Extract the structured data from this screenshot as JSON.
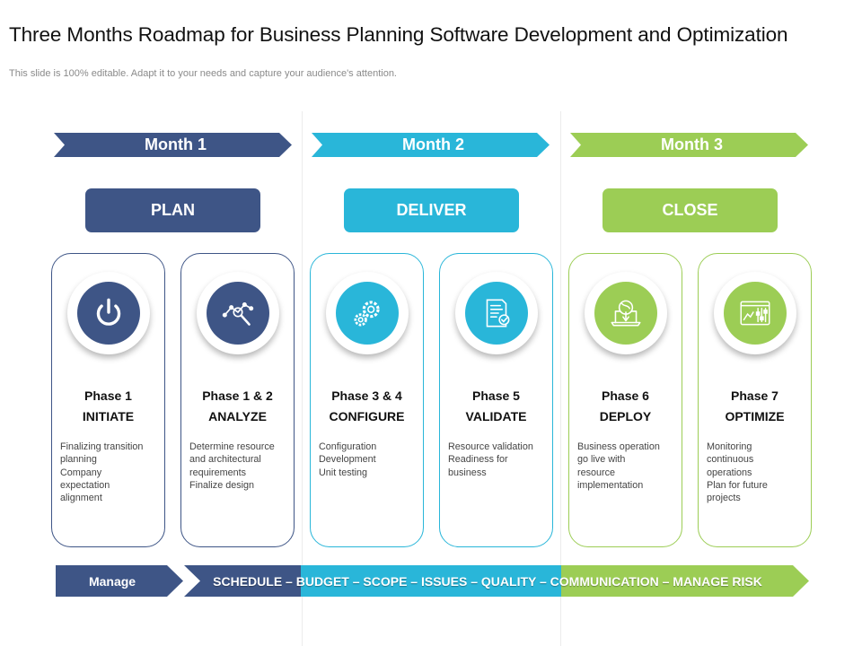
{
  "title": "Three Months Roadmap for Business Planning Software Development and Optimization",
  "subtitle": "This slide is 100% editable. Adapt it to your needs and capture your audience's attention.",
  "colors": {
    "navy": "#3e5586",
    "cyan": "#29b6d9",
    "green": "#9ccd55"
  },
  "months": [
    {
      "label": "Month 1",
      "stage": "PLAN"
    },
    {
      "label": "Month 2",
      "stage": "DELIVER"
    },
    {
      "label": "Month 3",
      "stage": "CLOSE"
    }
  ],
  "phases": [
    {
      "number": "Phase 1",
      "name": "INITIATE",
      "icon": "power-icon",
      "desc": [
        "Finalizing transition",
        "planning",
        "Company",
        "expectation",
        "alignment"
      ]
    },
    {
      "number": "Phase 1 & 2",
      "name": "ANALYZE",
      "icon": "analytics-icon",
      "desc": [
        "Determine resource",
        "and architectural",
        "requirements",
        "Finalize design"
      ]
    },
    {
      "number": "Phase 3 & 4",
      "name": "CONFIGURE",
      "icon": "gears-icon",
      "desc": [
        "Configuration",
        "Development",
        "Unit testing"
      ]
    },
    {
      "number": "Phase 5",
      "name": "VALIDATE",
      "icon": "checklist-icon",
      "desc": [
        "Resource validation",
        "Readiness for",
        "business"
      ]
    },
    {
      "number": "Phase 6",
      "name": "DEPLOY",
      "icon": "deploy-laptop-icon",
      "desc": [
        "Business operation",
        "go live with",
        "resource",
        "implementation"
      ]
    },
    {
      "number": "Phase 7",
      "name": "OPTIMIZE",
      "icon": "dashboard-sliders-icon",
      "desc": [
        "Monitoring",
        "continuous",
        "operations",
        "Plan for future",
        "projects"
      ]
    }
  ],
  "footer": {
    "manage": "Manage",
    "items": "SCHEDULE – BUDGET – SCOPE – ISSUES – QUALITY – COMMUNICATION – MANAGE RISK"
  }
}
